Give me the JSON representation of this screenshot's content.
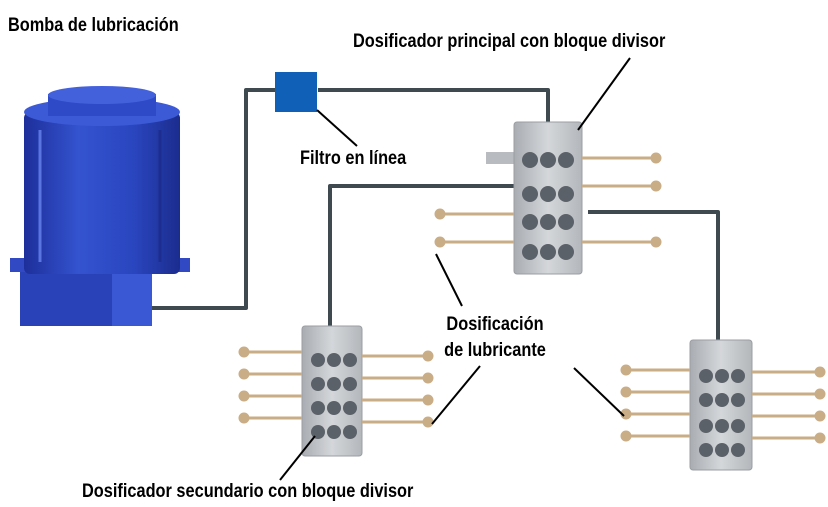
{
  "labels": {
    "pump": "Bomba de lubricación",
    "main_metering": "Dosificador principal con bloque divisor",
    "filter": "Filtro en línea",
    "dosing_line1": "Dosificación",
    "dosing_line2": "de lubricante",
    "secondary_metering": "Dosificador secundario con bloque divisor"
  },
  "colors": {
    "pump_blue": "#2d4bc4",
    "filter_blue": "#1160b8",
    "tube": "#3e4a4f",
    "block_grey": "#c9ccd0",
    "feed_line": "#c9ad86"
  }
}
